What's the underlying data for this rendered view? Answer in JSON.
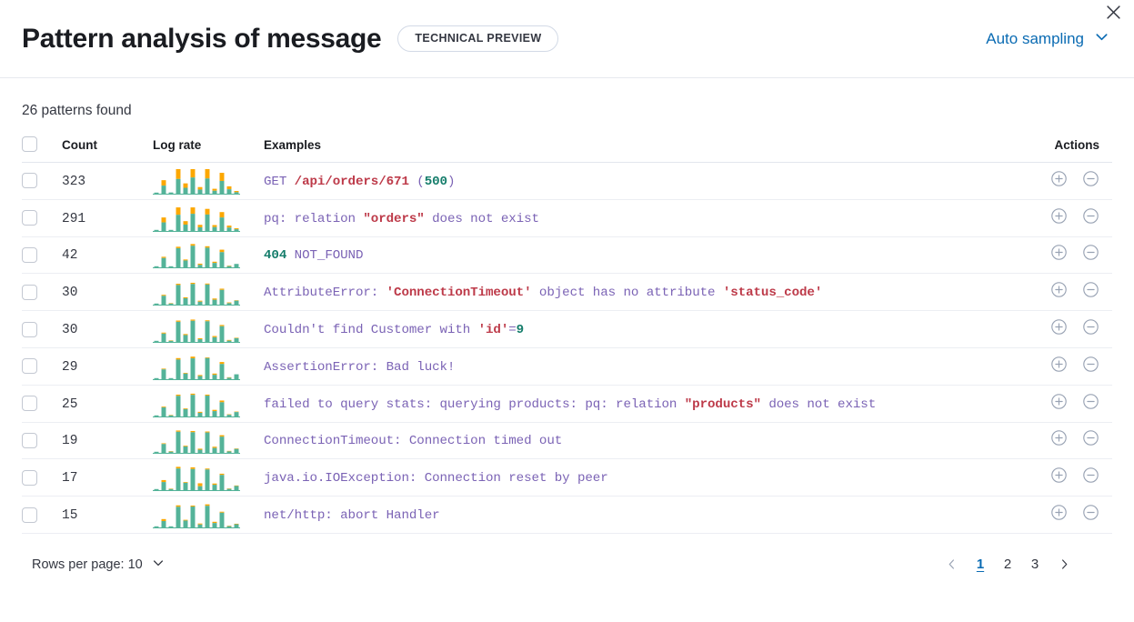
{
  "header": {
    "title": "Pattern analysis of message",
    "badge": "TECHNICAL PREVIEW",
    "sampling_label": "Auto sampling",
    "chevron_icon": "chevron-down-icon",
    "close_icon": "close-icon",
    "accent_color": "#0a6bb3"
  },
  "summary": {
    "patterns_found": "26 patterns found"
  },
  "table": {
    "columns": {
      "count": "Count",
      "log_rate": "Log rate",
      "examples": "Examples",
      "actions": "Actions"
    },
    "colors": {
      "bar_primary": "#54b399",
      "bar_secondary": "#fca700",
      "text_base": "#7b63b5",
      "text_string": "#bd3a49",
      "text_number": "#157d6b"
    },
    "rows": [
      {
        "count": "323",
        "example": "GET /api/orders/671 (500)",
        "tokens": [
          {
            "t": "GET ",
            "c": "base"
          },
          {
            "t": "/api/orders/671",
            "c": "red"
          },
          {
            "t": " (",
            "c": "base"
          },
          {
            "t": "500",
            "c": "green"
          },
          {
            "t": ")",
            "c": "base"
          }
        ],
        "bars": [
          {
            "a": 0.02,
            "b": 0.0
          },
          {
            "a": 0.33,
            "b": 0.22
          },
          {
            "a": 0.05,
            "b": 0.0
          },
          {
            "a": 0.6,
            "b": 0.4
          },
          {
            "a": 0.24,
            "b": 0.18
          },
          {
            "a": 0.66,
            "b": 0.34
          },
          {
            "a": 0.17,
            "b": 0.1
          },
          {
            "a": 0.62,
            "b": 0.38
          },
          {
            "a": 0.12,
            "b": 0.08
          },
          {
            "a": 0.52,
            "b": 0.33
          },
          {
            "a": 0.18,
            "b": 0.12
          },
          {
            "a": 0.06,
            "b": 0.05
          }
        ]
      },
      {
        "count": "291",
        "example": "pq: relation \"orders\" does not exist",
        "tokens": [
          {
            "t": "pq: relation ",
            "c": "base"
          },
          {
            "t": "\"orders\"",
            "c": "red"
          },
          {
            "t": " does not exist",
            "c": "base"
          }
        ],
        "bars": [
          {
            "a": 0.02,
            "b": 0.0
          },
          {
            "a": 0.35,
            "b": 0.2
          },
          {
            "a": 0.04,
            "b": 0.0
          },
          {
            "a": 0.66,
            "b": 0.3
          },
          {
            "a": 0.26,
            "b": 0.14
          },
          {
            "a": 0.7,
            "b": 0.26
          },
          {
            "a": 0.15,
            "b": 0.1
          },
          {
            "a": 0.67,
            "b": 0.23
          },
          {
            "a": 0.16,
            "b": 0.08
          },
          {
            "a": 0.55,
            "b": 0.22
          },
          {
            "a": 0.14,
            "b": 0.08
          },
          {
            "a": 0.07,
            "b": 0.04
          }
        ]
      },
      {
        "count": "42",
        "example": "404 NOT_FOUND",
        "tokens": [
          {
            "t": "404",
            "c": "green"
          },
          {
            "t": " NOT_FOUND",
            "c": "base"
          }
        ],
        "bars": [
          {
            "a": 0.02,
            "b": 0.0
          },
          {
            "a": 0.38,
            "b": 0.05
          },
          {
            "a": 0.03,
            "b": 0.0
          },
          {
            "a": 0.78,
            "b": 0.06
          },
          {
            "a": 0.28,
            "b": 0.04
          },
          {
            "a": 0.88,
            "b": 0.07
          },
          {
            "a": 0.1,
            "b": 0.05
          },
          {
            "a": 0.8,
            "b": 0.06
          },
          {
            "a": 0.18,
            "b": 0.05
          },
          {
            "a": 0.62,
            "b": 0.1
          },
          {
            "a": 0.05,
            "b": 0.02
          },
          {
            "a": 0.14,
            "b": 0.0
          }
        ]
      },
      {
        "count": "30",
        "example": "AttributeError: 'ConnectionTimeout' object has no attribute 'status_code'",
        "tokens": [
          {
            "t": "AttributeError: ",
            "c": "base"
          },
          {
            "t": "'ConnectionTimeout'",
            "c": "red"
          },
          {
            "t": " object has no attribute ",
            "c": "base"
          },
          {
            "t": "'status_code'",
            "c": "red"
          }
        ],
        "bars": [
          {
            "a": 0.02,
            "b": 0.0
          },
          {
            "a": 0.36,
            "b": 0.04
          },
          {
            "a": 0.03,
            "b": 0.02
          },
          {
            "a": 0.8,
            "b": 0.05
          },
          {
            "a": 0.26,
            "b": 0.04
          },
          {
            "a": 0.84,
            "b": 0.05
          },
          {
            "a": 0.12,
            "b": 0.04
          },
          {
            "a": 0.82,
            "b": 0.04
          },
          {
            "a": 0.2,
            "b": 0.05
          },
          {
            "a": 0.6,
            "b": 0.05
          },
          {
            "a": 0.06,
            "b": 0.03
          },
          {
            "a": 0.16,
            "b": 0.02
          }
        ]
      },
      {
        "count": "30",
        "example": "Couldn't find Customer with 'id'=9",
        "tokens": [
          {
            "t": "Couldn't find Customer with ",
            "c": "base"
          },
          {
            "t": "'id'",
            "c": "red"
          },
          {
            "t": "=",
            "c": "base"
          },
          {
            "t": "9",
            "c": "green"
          }
        ],
        "bars": [
          {
            "a": 0.02,
            "b": 0.0
          },
          {
            "a": 0.34,
            "b": 0.04
          },
          {
            "a": 0.03,
            "b": 0.02
          },
          {
            "a": 0.82,
            "b": 0.05
          },
          {
            "a": 0.28,
            "b": 0.04
          },
          {
            "a": 0.86,
            "b": 0.05
          },
          {
            "a": 0.11,
            "b": 0.04
          },
          {
            "a": 0.84,
            "b": 0.04
          },
          {
            "a": 0.19,
            "b": 0.05
          },
          {
            "a": 0.64,
            "b": 0.05
          },
          {
            "a": 0.05,
            "b": 0.03
          },
          {
            "a": 0.15,
            "b": 0.02
          }
        ]
      },
      {
        "count": "29",
        "example": "AssertionError: Bad luck!",
        "tokens": [
          {
            "t": "AssertionError: Bad luck!",
            "c": "base"
          }
        ],
        "bars": [
          {
            "a": 0.02,
            "b": 0.0
          },
          {
            "a": 0.4,
            "b": 0.03
          },
          {
            "a": 0.04,
            "b": 0.0
          },
          {
            "a": 0.8,
            "b": 0.06
          },
          {
            "a": 0.23,
            "b": 0.03
          },
          {
            "a": 0.85,
            "b": 0.07
          },
          {
            "a": 0.13,
            "b": 0.04
          },
          {
            "a": 0.86,
            "b": 0.03
          },
          {
            "a": 0.18,
            "b": 0.05
          },
          {
            "a": 0.62,
            "b": 0.08
          },
          {
            "a": 0.06,
            "b": 0.02
          },
          {
            "a": 0.2,
            "b": 0.0
          }
        ]
      },
      {
        "count": "25",
        "example": "failed to query stats: querying products: pq: relation \"products\" does not exist",
        "tokens": [
          {
            "t": "failed to query stats: querying products: pq: relation ",
            "c": "base"
          },
          {
            "t": "\"products\"",
            "c": "red"
          },
          {
            "t": " does not exist",
            "c": "base"
          }
        ],
        "bars": [
          {
            "a": 0.03,
            "b": 0.0
          },
          {
            "a": 0.37,
            "b": 0.03
          },
          {
            "a": 0.04,
            "b": 0.02
          },
          {
            "a": 0.84,
            "b": 0.05
          },
          {
            "a": 0.3,
            "b": 0.03
          },
          {
            "a": 0.88,
            "b": 0.05
          },
          {
            "a": 0.15,
            "b": 0.04
          },
          {
            "a": 0.85,
            "b": 0.04
          },
          {
            "a": 0.22,
            "b": 0.05
          },
          {
            "a": 0.58,
            "b": 0.07
          },
          {
            "a": 0.07,
            "b": 0.02
          },
          {
            "a": 0.18,
            "b": 0.02
          }
        ]
      },
      {
        "count": "19",
        "example": "ConnectionTimeout: Connection timed out",
        "tokens": [
          {
            "t": "ConnectionTimeout: Connection timed out",
            "c": "base"
          }
        ],
        "bars": [
          {
            "a": 0.03,
            "b": 0.0
          },
          {
            "a": 0.36,
            "b": 0.03
          },
          {
            "a": 0.05,
            "b": 0.02
          },
          {
            "a": 0.86,
            "b": 0.05
          },
          {
            "a": 0.26,
            "b": 0.03
          },
          {
            "a": 0.84,
            "b": 0.05
          },
          {
            "a": 0.13,
            "b": 0.04
          },
          {
            "a": 0.83,
            "b": 0.04
          },
          {
            "a": 0.2,
            "b": 0.05
          },
          {
            "a": 0.66,
            "b": 0.06
          },
          {
            "a": 0.06,
            "b": 0.02
          },
          {
            "a": 0.16,
            "b": 0.02
          }
        ]
      },
      {
        "count": "17",
        "example": "java.io.IOException: Connection reset by peer",
        "tokens": [
          {
            "t": "java.io.IOException: Connection reset by peer",
            "c": "base"
          }
        ],
        "bars": [
          {
            "a": 0.02,
            "b": 0.0
          },
          {
            "a": 0.33,
            "b": 0.08
          },
          {
            "a": 0.04,
            "b": 0.02
          },
          {
            "a": 0.88,
            "b": 0.07
          },
          {
            "a": 0.3,
            "b": 0.03
          },
          {
            "a": 0.86,
            "b": 0.07
          },
          {
            "a": 0.16,
            "b": 0.12
          },
          {
            "a": 0.84,
            "b": 0.04
          },
          {
            "a": 0.22,
            "b": 0.05
          },
          {
            "a": 0.62,
            "b": 0.05
          },
          {
            "a": 0.05,
            "b": 0.02
          },
          {
            "a": 0.17,
            "b": 0.02
          }
        ]
      },
      {
        "count": "15",
        "example": "net/http: abort Handler",
        "tokens": [
          {
            "t": "net/http: abort Handler",
            "c": "base"
          }
        ],
        "bars": [
          {
            "a": 0.02,
            "b": 0.0
          },
          {
            "a": 0.26,
            "b": 0.08
          },
          {
            "a": 0.03,
            "b": 0.0
          },
          {
            "a": 0.84,
            "b": 0.06
          },
          {
            "a": 0.28,
            "b": 0.03
          },
          {
            "a": 0.85,
            "b": 0.04
          },
          {
            "a": 0.12,
            "b": 0.04
          },
          {
            "a": 0.88,
            "b": 0.06
          },
          {
            "a": 0.18,
            "b": 0.05
          },
          {
            "a": 0.6,
            "b": 0.04
          },
          {
            "a": 0.05,
            "b": 0.02
          },
          {
            "a": 0.13,
            "b": 0.02
          }
        ]
      }
    ],
    "row_actions": {
      "add_icon": "circle-plus-icon",
      "remove_icon": "circle-minus-icon"
    }
  },
  "footer": {
    "rows_per_page_label": "Rows per page: 10",
    "rows_per_page_icon": "chevron-down-icon",
    "prev_icon": "chevron-left-icon",
    "next_icon": "chevron-right-icon",
    "pages": [
      "1",
      "2",
      "3"
    ],
    "active_page": "1"
  }
}
